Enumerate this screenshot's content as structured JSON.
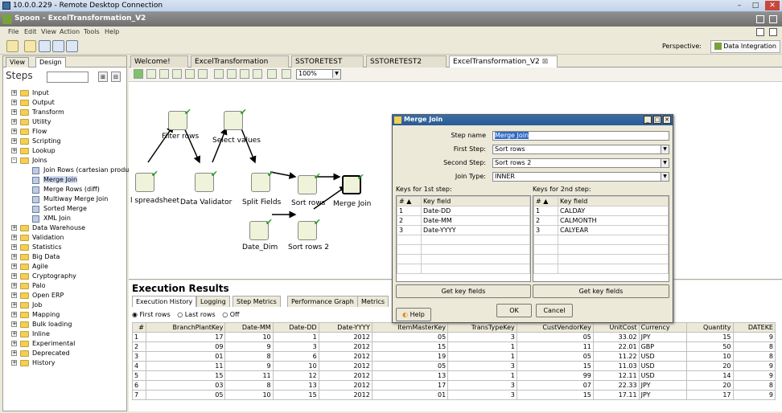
{
  "rdp": {
    "title": "10.0.0.229 - Remote Desktop Connection",
    "min": "–",
    "max": "□",
    "close": "✕"
  },
  "window": {
    "title": "Spoon - ExcelTransformation_V2"
  },
  "menu": [
    "File",
    "Edit",
    "View",
    "Action",
    "Tools",
    "Help"
  ],
  "perspective": {
    "label": "Perspective:",
    "value": "Data Integration"
  },
  "left": {
    "tabs": [
      "View",
      "Design"
    ],
    "steps_label": "Steps",
    "tree": [
      {
        "label": "Input",
        "type": "folder"
      },
      {
        "label": "Output",
        "type": "folder"
      },
      {
        "label": "Transform",
        "type": "folder"
      },
      {
        "label": "Utility",
        "type": "folder"
      },
      {
        "label": "Flow",
        "type": "folder"
      },
      {
        "label": "Scripting",
        "type": "folder"
      },
      {
        "label": "Lookup",
        "type": "folder"
      },
      {
        "label": "Joins",
        "type": "folder-open"
      },
      {
        "label": "Join Rows (cartesian product)",
        "type": "child"
      },
      {
        "label": "Merge Join",
        "type": "child",
        "selected": true
      },
      {
        "label": "Merge Rows (diff)",
        "type": "child"
      },
      {
        "label": "Multiway Merge Join",
        "type": "child"
      },
      {
        "label": "Sorted Merge",
        "type": "child"
      },
      {
        "label": "XML Join",
        "type": "child"
      },
      {
        "label": "Data Warehouse",
        "type": "folder"
      },
      {
        "label": "Validation",
        "type": "folder"
      },
      {
        "label": "Statistics",
        "type": "folder"
      },
      {
        "label": "Big Data",
        "type": "folder"
      },
      {
        "label": "Agile",
        "type": "folder"
      },
      {
        "label": "Cryptography",
        "type": "folder"
      },
      {
        "label": "Palo",
        "type": "folder"
      },
      {
        "label": "Open ERP",
        "type": "folder"
      },
      {
        "label": "Job",
        "type": "folder"
      },
      {
        "label": "Mapping",
        "type": "folder"
      },
      {
        "label": "Bulk loading",
        "type": "folder"
      },
      {
        "label": "Inline",
        "type": "folder"
      },
      {
        "label": "Experimental",
        "type": "folder"
      },
      {
        "label": "Deprecated",
        "type": "folder"
      },
      {
        "label": "History",
        "type": "folder"
      }
    ]
  },
  "tabs": [
    "Welcome!",
    "ExcelTransformation",
    "SSTORETEST",
    "SSTORETEST2",
    "ExcelTransformation_V2"
  ],
  "zoom": "100%",
  "canvas_steps": {
    "filter": "Filter rows",
    "select": "Select values",
    "spreadsheet": "l spreadsheet",
    "validator": "Data Validator",
    "split": "Split Fields",
    "sort": "Sort rows",
    "merge": "Merge Join",
    "date": "Date_Dim",
    "sort2": "Sort rows 2"
  },
  "exec": {
    "title": "Execution Results",
    "tabs": [
      "Execution History",
      "Logging",
      "Step Metrics",
      "Performance Graph",
      "Metrics"
    ],
    "radios": [
      "First rows",
      "Last rows",
      "Off"
    ],
    "columns": [
      "#",
      "BranchPlantKey",
      "Date-MM",
      "Date-DD",
      "Date-YYYY",
      "ItemMasterKey",
      "TransTypeKey",
      "CustVendorKey",
      "UnitCost",
      "Currency",
      "Quantity",
      "DATEKE"
    ],
    "rows": [
      [
        "1",
        "17",
        "10",
        "1",
        "2012",
        "05",
        "3",
        "05",
        "33.02",
        "JPY",
        "15",
        "9"
      ],
      [
        "2",
        "09",
        "9",
        "3",
        "2012",
        "15",
        "1",
        "11",
        "22.01",
        "GBP",
        "50",
        "8"
      ],
      [
        "3",
        "01",
        "8",
        "6",
        "2012",
        "19",
        "1",
        "05",
        "11.22",
        "USD",
        "10",
        "8"
      ],
      [
        "4",
        "11",
        "9",
        "10",
        "2012",
        "05",
        "3",
        "15",
        "11.03",
        "USD",
        "20",
        "9"
      ],
      [
        "5",
        "15",
        "11",
        "12",
        "2012",
        "13",
        "1",
        "99",
        "12.11",
        "USD",
        "14",
        "9"
      ],
      [
        "6",
        "03",
        "8",
        "13",
        "2012",
        "17",
        "3",
        "07",
        "22.33",
        "JPY",
        "20",
        "8"
      ],
      [
        "7",
        "05",
        "10",
        "15",
        "2012",
        "01",
        "3",
        "15",
        "17.11",
        "JPY",
        "17",
        "9"
      ]
    ]
  },
  "dialog": {
    "title": "Merge Join",
    "step_name_label": "Step name",
    "step_name": "Merge Join",
    "first_step_label": "First Step:",
    "first_step": "Sort rows",
    "second_step_label": "Second Step:",
    "second_step": "Sort rows 2",
    "join_type_label": "Join Type:",
    "join_type": "INNER",
    "keys1_label": "Keys for 1st step:",
    "keys2_label": "Keys for 2nd step:",
    "key_header_num": "#",
    "key_header_field": "Key field",
    "keys1": [
      [
        "1",
        "Date-DD"
      ],
      [
        "2",
        "Date-MM"
      ],
      [
        "3",
        "Date-YYYY"
      ]
    ],
    "keys2": [
      [
        "1",
        "CALDAY"
      ],
      [
        "2",
        "CALMONTH"
      ],
      [
        "3",
        "CALYEAR"
      ]
    ],
    "get_key_fields": "Get key fields",
    "help": "Help",
    "ok": "OK",
    "cancel": "Cancel"
  }
}
